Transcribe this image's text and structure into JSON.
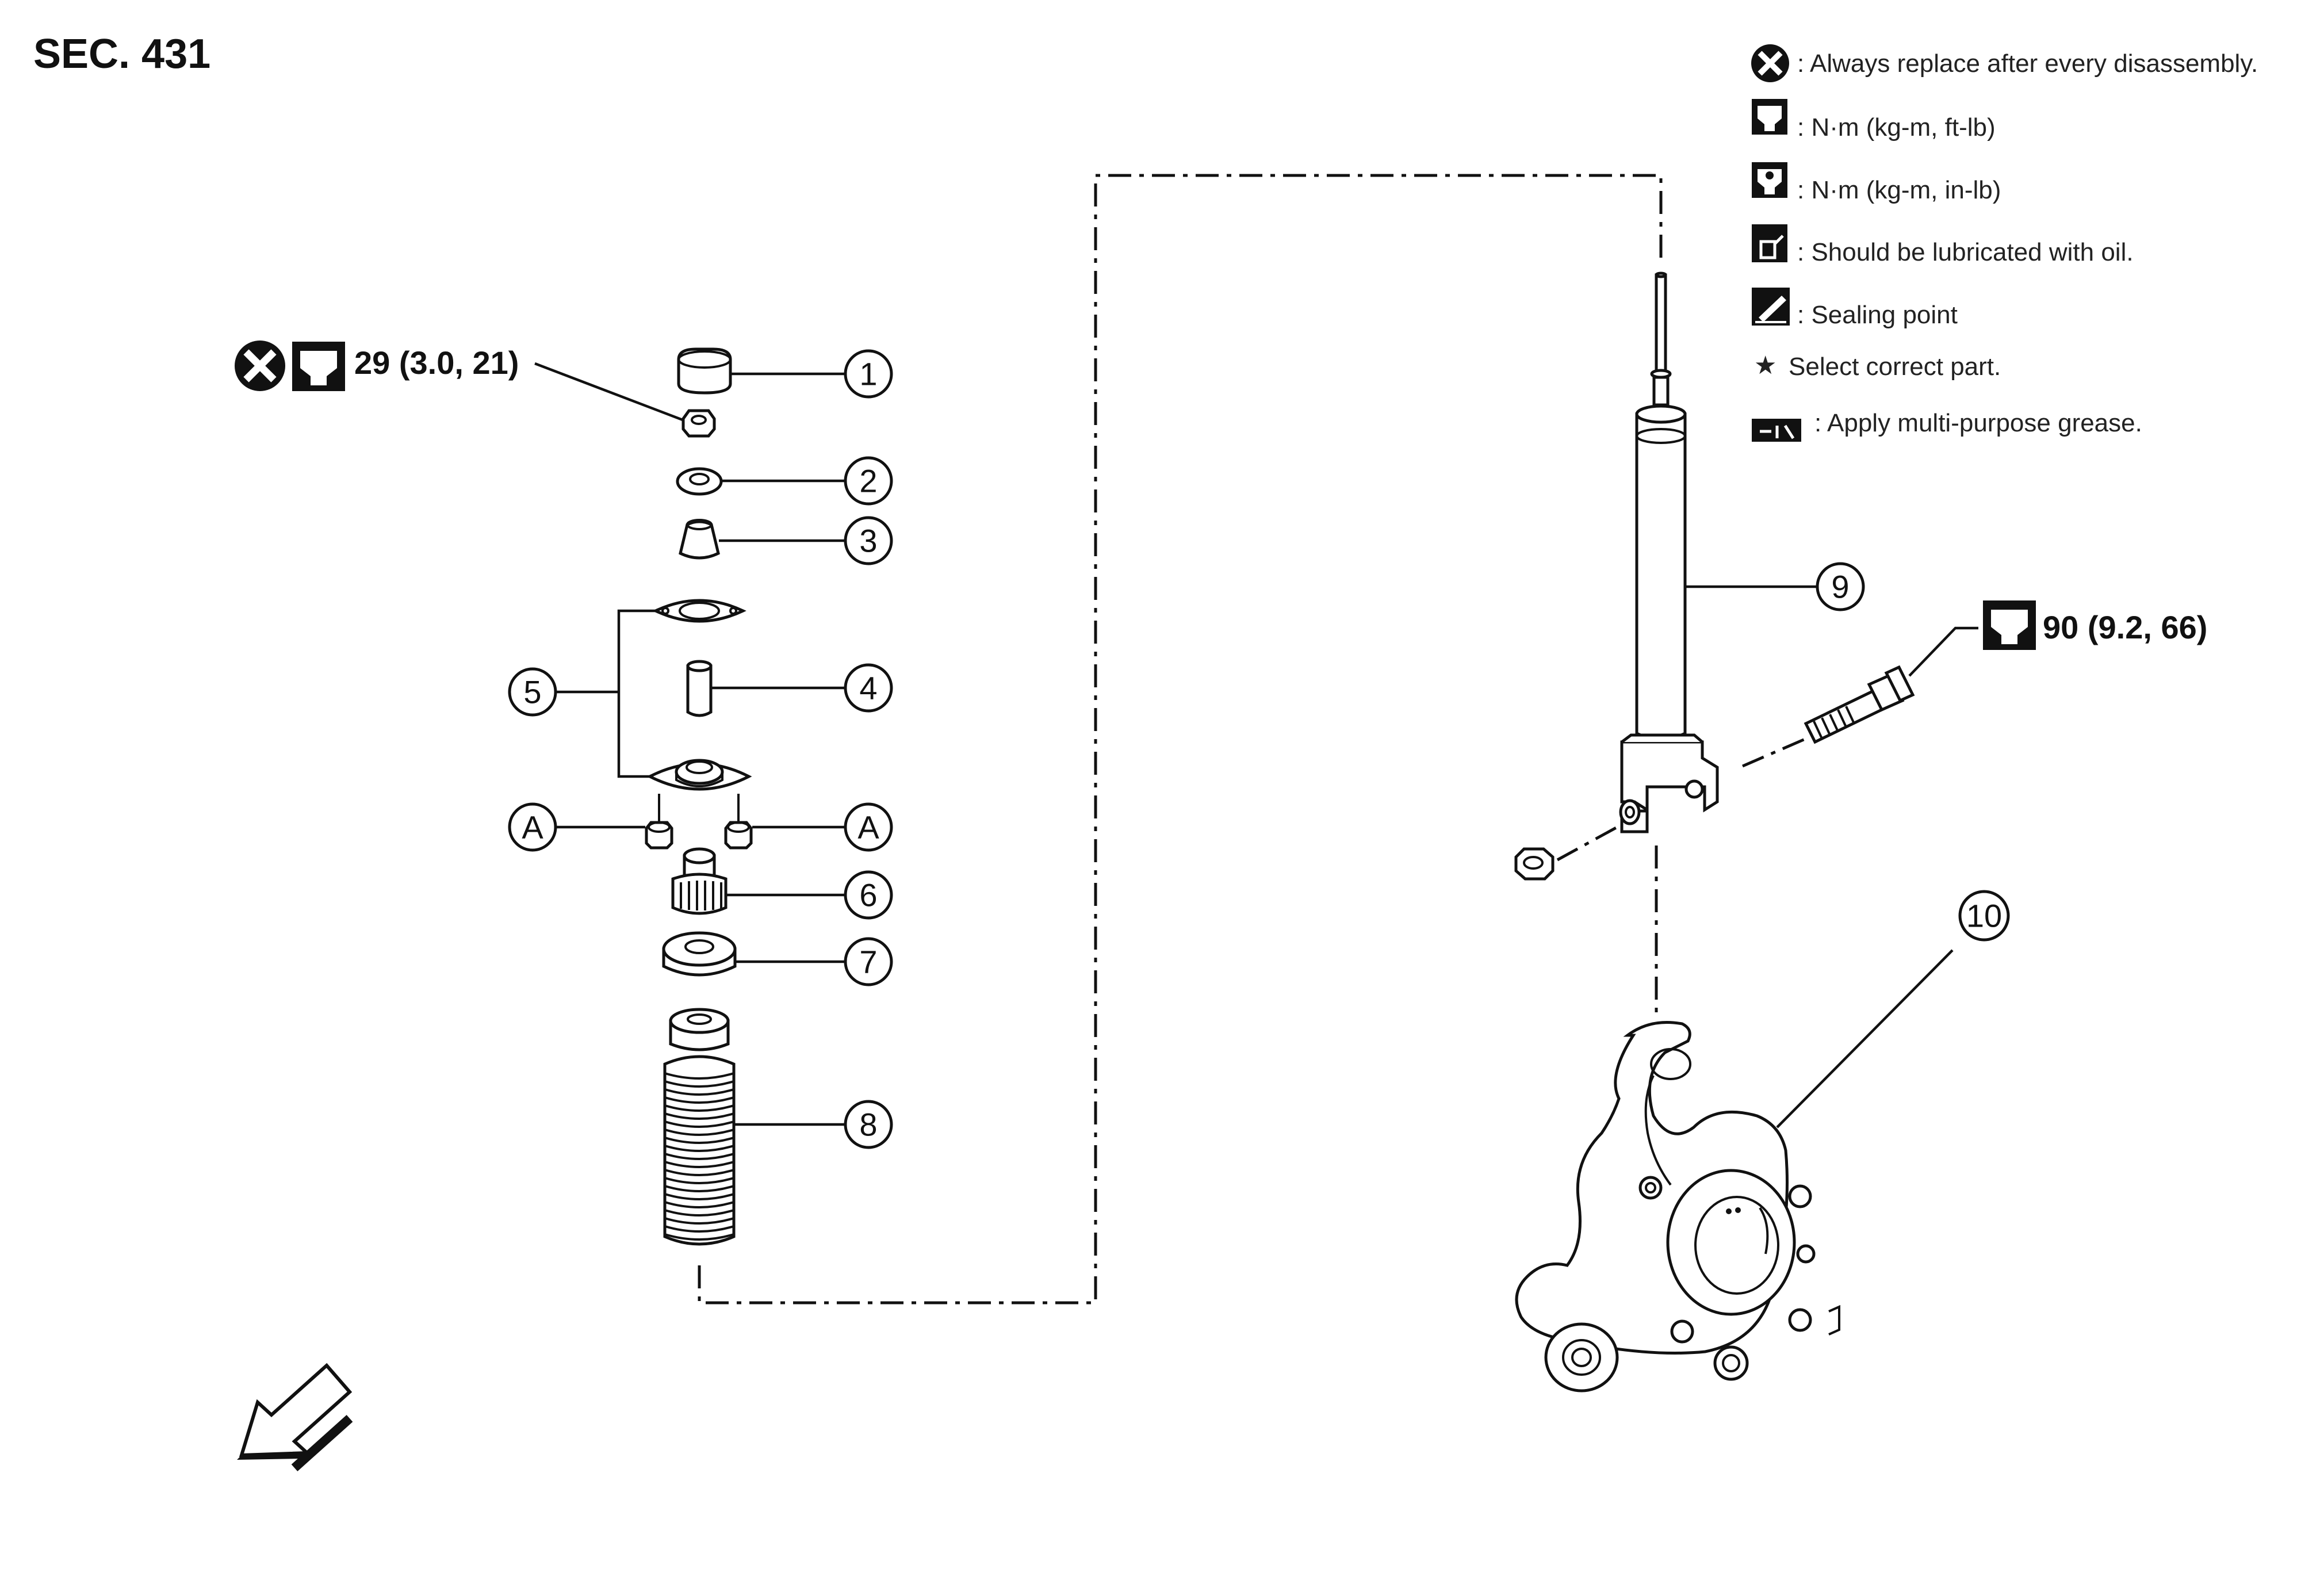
{
  "section_label": "SEC. 431",
  "legend": [
    {
      "icon": "replace-x-icon",
      "text": ": Always replace after every disassembly."
    },
    {
      "icon": "torque-wrench-icon",
      "text": ": N·m (kg-m, ft-lb)"
    },
    {
      "icon": "torque-wrench-inlb-icon",
      "text": ": N·m (kg-m, in-lb)"
    },
    {
      "icon": "oil-can-icon",
      "text": ": Should be lubricated with oil."
    },
    {
      "icon": "sealing-icon",
      "text": ": Sealing point"
    },
    {
      "icon": "star-icon",
      "text": "Select correct part."
    },
    {
      "icon": "grease-icon",
      "text": ": Apply multi-purpose grease."
    }
  ],
  "star_glyph": "★",
  "torque_specs": {
    "top_nut": "29 (3.0, 21)",
    "lower_bolt": "90 (9.2, 66)"
  },
  "callouts": {
    "c1": "1",
    "c2": "2",
    "c3": "3",
    "c4": "4",
    "c5": "5",
    "c6": "6",
    "c7": "7",
    "c8": "8",
    "c9": "9",
    "c10": "10",
    "a_left": "A",
    "a_right": "A"
  },
  "colors": {
    "ink": "#111111",
    "background": "#ffffff"
  }
}
